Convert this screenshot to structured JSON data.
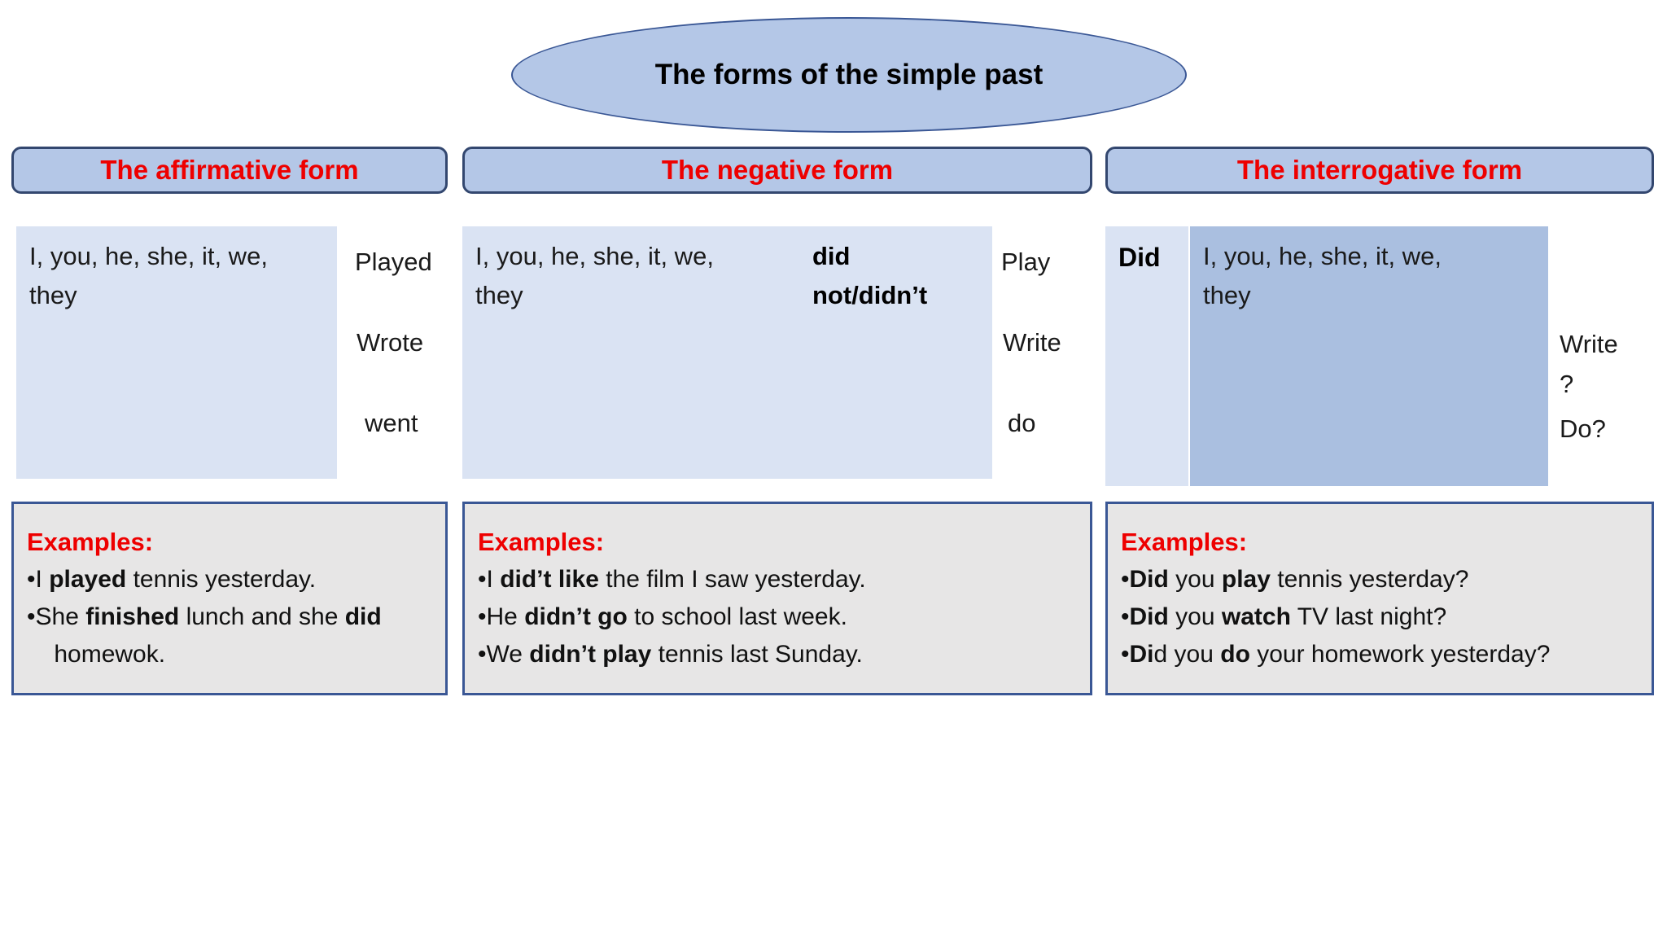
{
  "slide": {
    "title": "The forms of the simple past"
  },
  "colors": {
    "shape_fill": "#b4c7e7",
    "shape_fill_light": "#dae3f3",
    "interrogative_subject_fill": "#aabfe0",
    "shape_border": "#3a5795",
    "header_border": "#33476f",
    "examples_fill": "#e7e6e6",
    "heading_red": "#ee0000"
  },
  "columns": [
    {
      "header": "The affirmative form",
      "subject": "I, you, he, she, it, we,\nthey",
      "verbs": [
        "Played",
        "Wrote",
        "went"
      ],
      "examples_label": "Examples:",
      "examples": [
        [
          {
            "t": "•I ",
            "b": false
          },
          {
            "t": "played",
            "b": true
          },
          {
            "t": " tennis yesterday.",
            "b": false
          }
        ],
        [
          {
            "t": "•She ",
            "b": false
          },
          {
            "t": "finished",
            "b": true
          },
          {
            "t": " lunch and she ",
            "b": false
          },
          {
            "t": "did",
            "b": true
          }
        ],
        [
          {
            "t": "    homewok.",
            "b": false
          }
        ]
      ]
    },
    {
      "header": "The negative form",
      "subject": "I, you, he, she, it, we,\nthey",
      "auxiliary": "did\nnot/didn’t",
      "verbs": [
        "Play",
        "Write",
        "do"
      ],
      "examples_label": "Examples:",
      "examples": [
        [
          {
            "t": "•I ",
            "b": false
          },
          {
            "t": "did’t like",
            "b": true
          },
          {
            "t": " the film I saw yesterday.",
            "b": false
          }
        ],
        [
          {
            "t": "•He ",
            "b": false
          },
          {
            "t": "didn’t go",
            "b": true
          },
          {
            "t": " to school last week.",
            "b": false
          }
        ],
        [
          {
            "t": "•We ",
            "b": false
          },
          {
            "t": "didn’t play",
            "b": true
          },
          {
            "t": " tennis last Sunday.",
            "b": false
          }
        ]
      ]
    },
    {
      "header": "The interrogative form",
      "auxiliary": "Did",
      "subject": "I, you, he, she, it, we,\nthey",
      "verbs": [
        "Write\n?",
        "Do?"
      ],
      "examples_label": "Examples:",
      "examples": [
        [
          {
            "t": "•",
            "b": false
          },
          {
            "t": "Did",
            "b": true
          },
          {
            "t": " you ",
            "b": false
          },
          {
            "t": "play",
            "b": true
          },
          {
            "t": " tennis yesterday?",
            "b": false
          }
        ],
        [
          {
            "t": "•",
            "b": false
          },
          {
            "t": "Did",
            "b": true
          },
          {
            "t": " you ",
            "b": false
          },
          {
            "t": "watch",
            "b": true
          },
          {
            "t": " TV last night?",
            "b": false
          }
        ],
        [
          {
            "t": "•",
            "b": false
          },
          {
            "t": "Di",
            "b": true
          },
          {
            "t": "d you ",
            "b": false
          },
          {
            "t": "do",
            "b": true
          },
          {
            "t": " your homework yesterday?",
            "b": false
          }
        ]
      ]
    }
  ]
}
